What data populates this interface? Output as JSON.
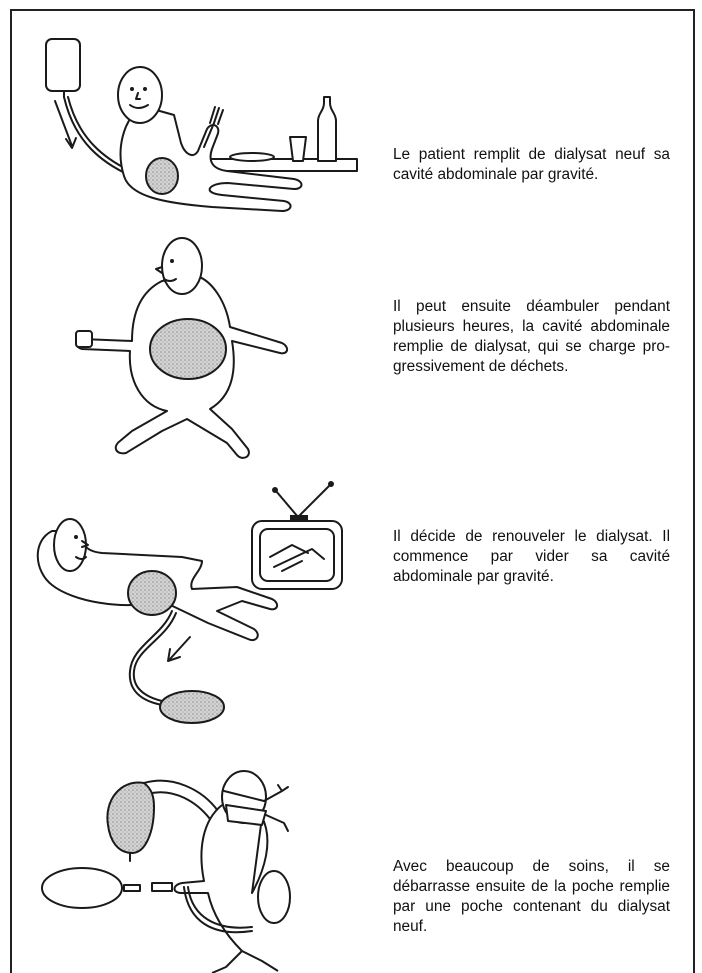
{
  "steps": [
    {
      "text": "Le patient remplit de dialysat neuf sa cavité abdominale par gravité."
    },
    {
      "text": "Il peut ensuite déambuler pendant plusieurs heures, la cavité abdominale remplie de dialysat, qui se charge pro-gressivement de déchets."
    },
    {
      "text": "Il décide de renouveler le dialysat. Il commence par vider sa cavité abdominale par gravité."
    },
    {
      "text": "Avec beaucoup de soins, il se débarrasse ensuite de la poche remplie par une poche contenant du dialysat neuf."
    }
  ]
}
